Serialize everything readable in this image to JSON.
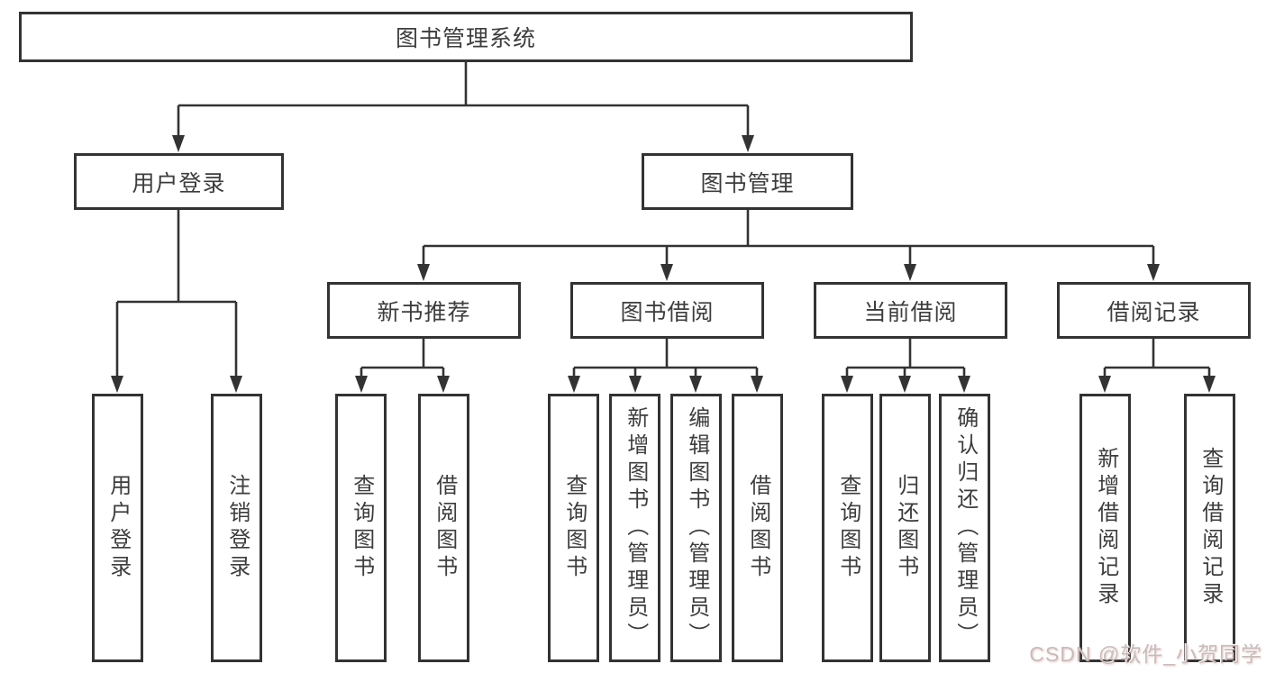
{
  "diagram": {
    "root": {
      "label": "图书管理系统"
    },
    "branches": [
      {
        "label": "用户登录",
        "children": [
          {
            "label": "用户登录"
          },
          {
            "label": "注销登录"
          }
        ]
      },
      {
        "label": "图书管理",
        "children": [
          {
            "label": "新书推荐",
            "children": [
              {
                "label": "查询图书"
              },
              {
                "label": "借阅图书"
              }
            ]
          },
          {
            "label": "图书借阅",
            "children": [
              {
                "label": "查询图书"
              },
              {
                "label": "新增图书（管理员）"
              },
              {
                "label": "编辑图书（管理员）"
              },
              {
                "label": "借阅图书"
              }
            ]
          },
          {
            "label": "当前借阅",
            "children": [
              {
                "label": "查询图书"
              },
              {
                "label": "归还图书"
              },
              {
                "label": "确认归还（管理员）"
              }
            ]
          },
          {
            "label": "借阅记录",
            "children": [
              {
                "label": "新增借阅记录"
              },
              {
                "label": "查询借阅记录"
              }
            ]
          }
        ]
      }
    ]
  },
  "watermark": {
    "text": "CSDN @软件_小贺同学"
  },
  "colors": {
    "background": "#ffffff",
    "box_border": "#333333",
    "box_fill": "#ffffff",
    "label_text": "#3d3d3d",
    "connector": "#333333",
    "watermark_text": "#c6bcbc"
  }
}
